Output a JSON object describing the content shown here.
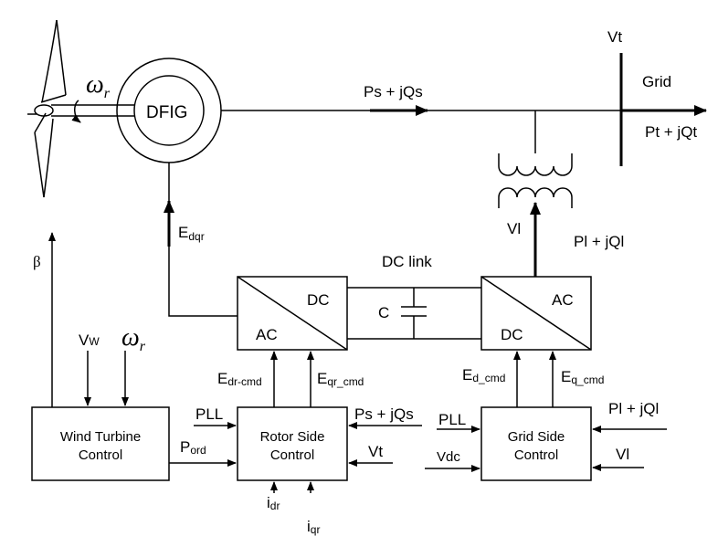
{
  "generator": "DFIG",
  "grid": "Grid",
  "vt_bus": "Vt",
  "stator_power": {
    "main": "Ps + jQs"
  },
  "grid_power": {
    "main": "Pt + jQt"
  },
  "edqr": {
    "main": "E",
    "sub": "dqr"
  },
  "omega_r": {
    "main": "ω",
    "sub": "r"
  },
  "beta": "β",
  "dc_link": "DC link",
  "capacitor": "C",
  "vl": "Vl",
  "pl": "Pl + jQl",
  "rotor_converter": {
    "dc": "DC",
    "ac": "AC"
  },
  "grid_converter": {
    "ac": "AC",
    "dc": "DC"
  },
  "wind_turbine_control": {
    "line1": "Wind Turbine",
    "line2": "Control"
  },
  "rotor_side_control": {
    "line1": "Rotor Side",
    "line2": "Control"
  },
  "grid_side_control": {
    "line1": "Grid Side",
    "line2": "Control"
  },
  "vw": {
    "main": "V",
    "sub": "W"
  },
  "pord": {
    "main": "P",
    "sub": "ord"
  },
  "pll_rotor": "PLL",
  "pll_grid": "PLL",
  "edr_cmd": {
    "main": "E",
    "sub": "dr-cmd"
  },
  "eqr_cmd": {
    "main": "E",
    "sub": "qr_cmd"
  },
  "ed_cmd": {
    "main": "E",
    "sub": "d_cmd"
  },
  "eq_cmd": {
    "main": "E",
    "sub": "q_cmd"
  },
  "ps_in": "Ps + jQs",
  "vt_in": "Vt",
  "vdc": "Vdc",
  "pl_in": "Pl + jQl",
  "vl_in": "Vl",
  "idr": {
    "main": "i",
    "sub": "dr"
  },
  "iqr": {
    "main": "i",
    "sub": "qr"
  }
}
